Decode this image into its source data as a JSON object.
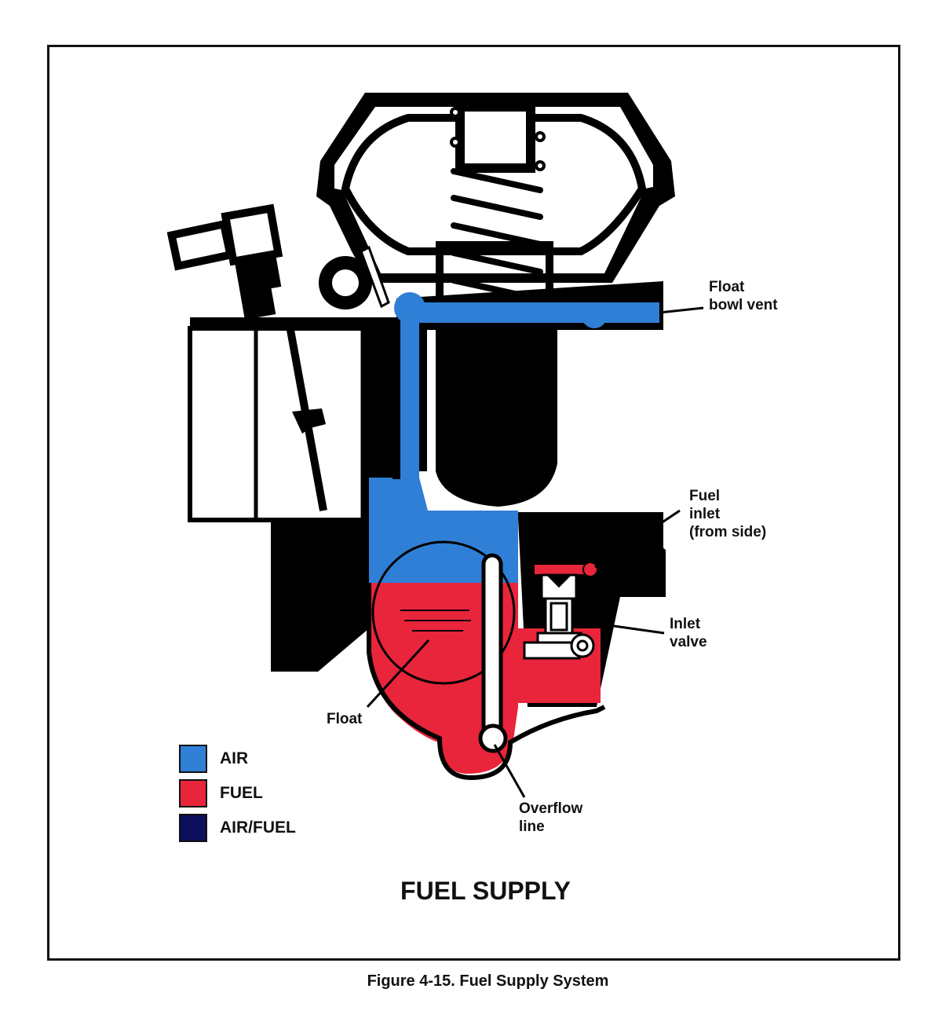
{
  "title": "FUEL SUPPLY",
  "caption": "Figure 4-15. Fuel Supply System",
  "colors": {
    "air": "#2f7fd6",
    "fuel": "#e8253a",
    "air_fuel": "#0b0f5c",
    "body": "#000000",
    "background": "#ffffff"
  },
  "callouts": {
    "float_bowl_vent": "Float\nbowl vent",
    "fuel_inlet": "Fuel\ninlet\n(from side)",
    "inlet_valve": "Inlet\nvalve",
    "float": "Float",
    "overflow_line": "Overflow\nline"
  },
  "legend": [
    {
      "label": "AIR",
      "color": "#2f7fd6"
    },
    {
      "label": "FUEL",
      "color": "#e8253a"
    },
    {
      "label": "AIR/FUEL",
      "color": "#0b0f5c"
    }
  ]
}
